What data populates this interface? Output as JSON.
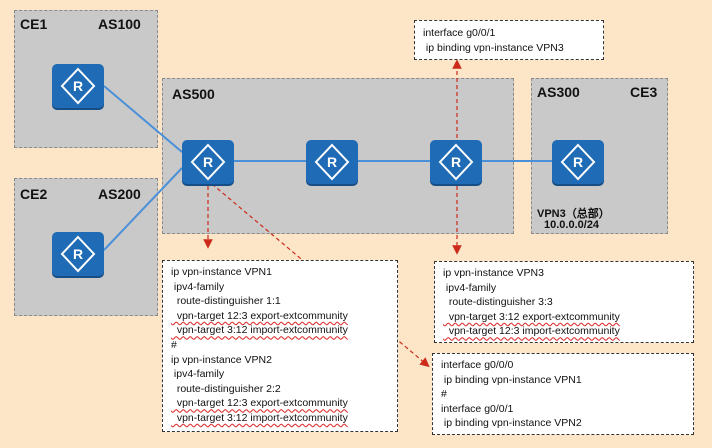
{
  "as_areas": {
    "as100": {
      "ce_label": "CE1",
      "as_label": "AS100"
    },
    "as200": {
      "ce_label": "CE2",
      "as_label": "AS200"
    },
    "as500": {
      "as_label": "AS500"
    },
    "as300": {
      "as_label": "AS300",
      "ce_label": "CE3",
      "vpn_label": "VPN3（总部）",
      "subnet": "10.0.0.0/24"
    }
  },
  "config_top": [
    "interface g0/0/1",
    " ip binding vpn-instance VPN3"
  ],
  "config_pe1": [
    "ip vpn-instance VPN1",
    " ipv4-family",
    "  route-distinguisher 1:1",
    "  vpn-target 12:3 export-extcommunity",
    "  vpn-target 3:12 import-extcommunity",
    "#",
    "ip vpn-instance VPN2",
    " ipv4-family",
    "  route-distinguisher 2:2",
    "  vpn-target 12:3 export-extcommunity",
    "  vpn-target 3:12 import-extcommunity"
  ],
  "config_pe3": [
    "ip vpn-instance VPN3",
    " ipv4-family",
    "  route-distinguisher 3:3",
    "  vpn-target 3:12 export-extcommunity",
    "  vpn-target 12:3 import-extcommunity"
  ],
  "config_pe1_if": [
    "interface g0/0/0",
    " ip binding vpn-instance VPN1",
    "#",
    "interface g0/0/1",
    " ip binding vpn-instance VPN2"
  ],
  "colors": {
    "router": "#1f6bb5",
    "link": "#4a90d9",
    "arrow": "#cc2a1a",
    "background": "#fde5c8",
    "as_fill": "#c9c9c9"
  }
}
